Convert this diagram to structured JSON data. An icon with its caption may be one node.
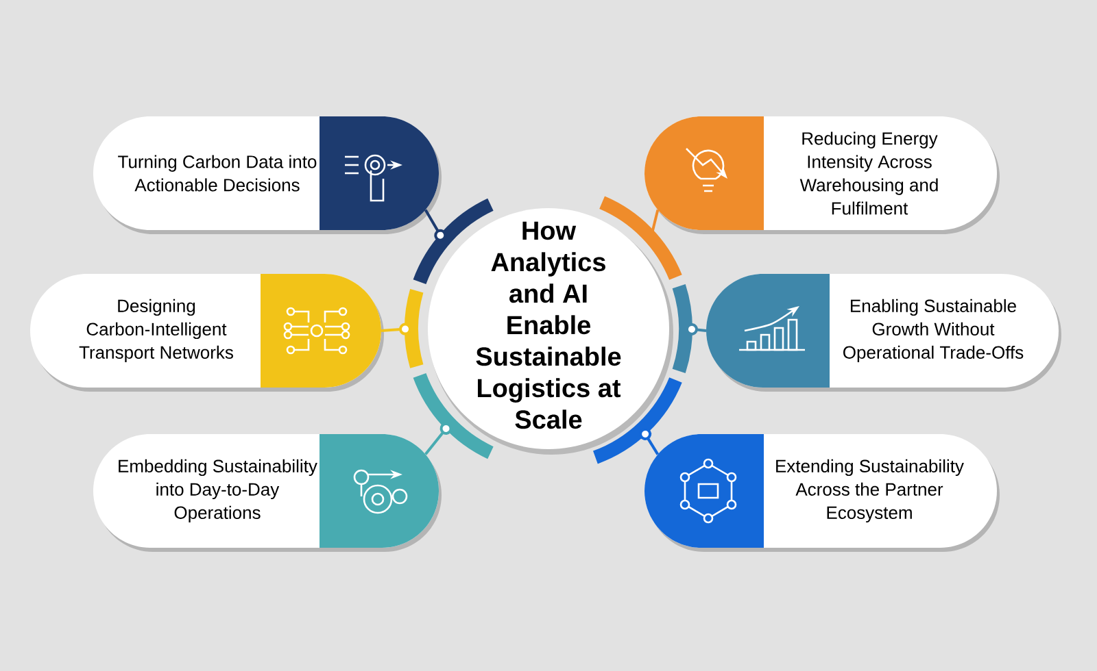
{
  "diagram": {
    "nodes": [
      {
        "text": [
          "How Analytics and AI Enable Sustainable Logistics at Scale"
        ]
      },
      {
        "text": [
          "Turning Carbon Data into Actionable Decisions"
        ]
      },
      {
        "text": [
          "Reducing Energy Intensity Across Warehousing and Fulfilment"
        ]
      },
      {
        "text": [
          "Designing Carbon-Intelligent Transport Networks"
        ]
      },
      {
        "text": [
          "Enabling Sustainable Growth Without Operational Trade-Offs"
        ]
      },
      {
        "text": [
          "Embedding Sustainability into Day-to-Day Operations"
        ]
      },
      {
        "text": [
          "Extending Sustainability Across the Partner Ecosystem"
        ]
      }
    ],
    "edges": [
      {
        "from": 0,
        "to": 1,
        "arrow": "other",
        "color": "#1d3b6f"
      },
      {
        "from": 0,
        "to": 2,
        "arrow": "none",
        "color": "#ef8c2b"
      },
      {
        "from": 0,
        "to": 3,
        "arrow": "other",
        "color": "#f2c318"
      },
      {
        "from": 0,
        "to": 4,
        "arrow": "other",
        "color": "#3f87aa"
      },
      {
        "from": 0,
        "to": 5,
        "arrow": "other",
        "color": "#48abb1"
      },
      {
        "from": 0,
        "to": 6,
        "arrow": "other",
        "color": "#1468d8"
      }
    ]
  }
}
